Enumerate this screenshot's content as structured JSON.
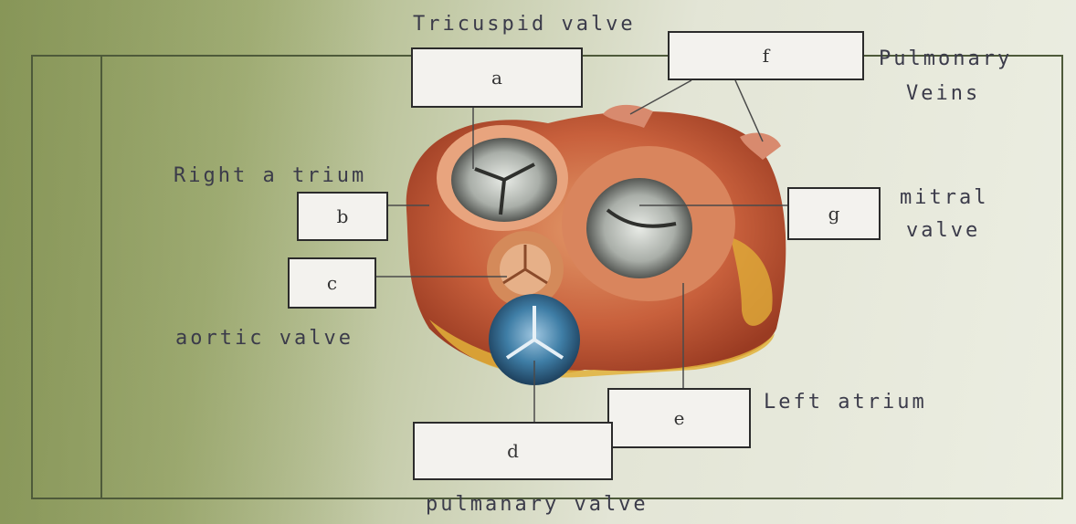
{
  "boxes": {
    "a": "a",
    "b": "b",
    "c": "c",
    "d": "d",
    "e": "e",
    "f": "f",
    "g": "g"
  },
  "handwritten": {
    "tricuspid": "Tricuspid valve",
    "pulmonary_veins_1": "Pulmonary",
    "pulmonary_veins_2": "Veins",
    "right_atrium": "Right a trium",
    "mitral_1": "mitral",
    "mitral_2": "valve",
    "aortic": "aortic valve",
    "left_atrium": "Left atrium",
    "pulmonary_valve": "pulmanary valve"
  }
}
